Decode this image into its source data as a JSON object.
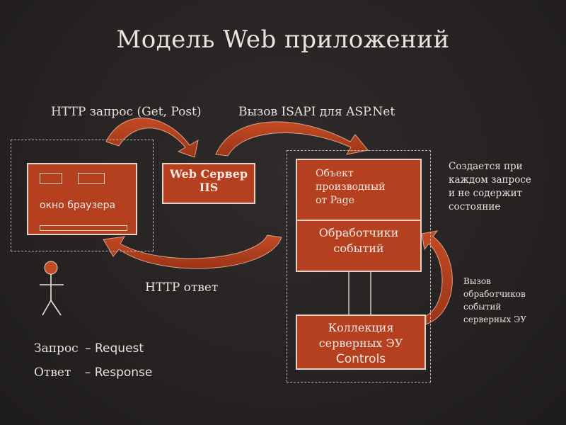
{
  "title": "Модель Web приложений",
  "labels": {
    "http_request": "HTTP запрос (Get, Post)",
    "isapi_call": "Вызов ISAPI для ASP.Net",
    "http_response": "HTTP ответ",
    "created_note": [
      "Создается при",
      "каждом запросе",
      "и не содержит",
      "состояние"
    ],
    "handler_call_note": [
      "Вызов",
      "обработчиков",
      "событий",
      "серверных ЭУ"
    ]
  },
  "boxes": {
    "browser_window": "окно браузера",
    "web_server_line1": "Web Сервер",
    "web_server_line2": "IIS",
    "page_object": [
      "Объект",
      "производный",
      "от Page"
    ],
    "event_handlers": [
      "Обработчики",
      "событий"
    ],
    "controls_collection": [
      "Коллекция",
      "серверных ЭУ",
      "Controls"
    ]
  },
  "legend": {
    "request_ru": "Запрос",
    "request_en": "– Request",
    "response_ru": "Ответ",
    "response_en": "– Response"
  },
  "colors": {
    "box_fill": "#b5401f",
    "box_border": "#e8d2c8",
    "arrow_fill": "#b8431f",
    "background": "#262322",
    "text": "#e6e2de"
  }
}
